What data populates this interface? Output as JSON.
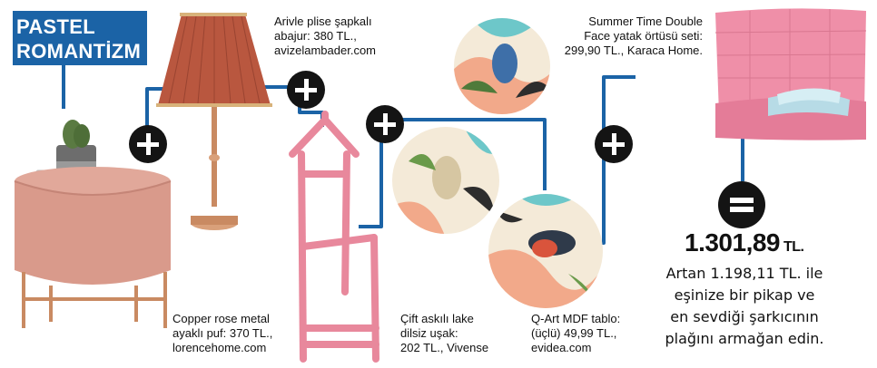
{
  "badge": {
    "line1": "PASTEL",
    "line2": "ROMANTİZM"
  },
  "products": [
    {
      "name": "pouf",
      "lines": [
        "Copper rose metal",
        "ayaklı puf: 370 TL.,",
        "lorencehome.com"
      ]
    },
    {
      "name": "lamp",
      "lines": [
        "Arivle plise şapkalı",
        "abajur: 380 TL.,",
        "avizelambader.com"
      ]
    },
    {
      "name": "valet",
      "lines": [
        "Çift askılı lake",
        "dilsiz uşak:",
        "202 TL., Vivense"
      ]
    },
    {
      "name": "art",
      "lines": [
        "Q-Art MDF tablo:",
        "(üçlü) 49,99 TL.,",
        "evidea.com"
      ]
    },
    {
      "name": "bedding",
      "lines": [
        "Summer Time Double",
        "Face yatak örtüsü seti:",
        "299,90 TL., Karaca Home."
      ]
    }
  ],
  "total": {
    "amount": "1.301,89",
    "unit": "TL."
  },
  "note": {
    "lines": [
      "Artan 1.198,11 TL. ile",
      "eşinize bir pikap ve",
      "en sevdiği şarkıcının",
      "plağını armağan edin."
    ]
  },
  "colors": {
    "accent": "#1b63a6",
    "pink": "#e8889c",
    "copper": "#c98a62",
    "lampshade": "#b9573f"
  }
}
